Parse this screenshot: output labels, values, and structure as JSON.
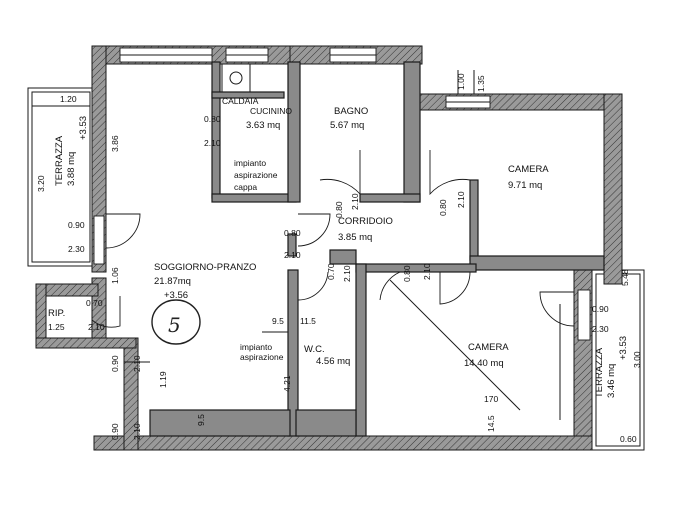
{
  "rooms": {
    "caldaia": "CALDAIA",
    "cucinino": "CUCININO",
    "cucinino_area": "3.63 mq",
    "bagno": "BAGNO",
    "bagno_area": "5.67 mq",
    "camera1": "CAMERA",
    "camera1_area": "9.71 mq",
    "corridoio": "CORRIDOIO",
    "corridoio_area": "3.85 mq",
    "soggiorno": "SOGGIORNO-PRANZO",
    "soggiorno_area": "21.87mq",
    "soggiorno_level": "+3.56",
    "rip": "RIP.",
    "wc": "W.C.",
    "wc_area": "4.56 mq",
    "camera2": "CAMERA",
    "camera2_area": "14.40 mq",
    "terrazza1": "TERRAZZA",
    "terrazza1_area": "3.88 mq",
    "terrazza1_level": "+3.53",
    "terrazza2": "TERRAZZA",
    "terrazza2_area": "3.46 mq",
    "terrazza2_level": "+3.53"
  },
  "notes": {
    "impianto_cappa_1": "impianto",
    "impianto_cappa_2": "aspirazione",
    "impianto_cappa_3": "cappa",
    "impianto_wc_1": "impianto",
    "impianto_wc_2": "aspirazione",
    "handwritten": "5"
  },
  "dims": {
    "d120": "1.20",
    "d320": "3.20",
    "d386": "3.86",
    "d090a": "0.90",
    "d230a": "2.30",
    "d106": "1.06",
    "d070a": "0.70",
    "d125": "1.25",
    "d210a": "2.10",
    "d090b": "0.90",
    "d210b": "2.10",
    "d119": "1.19",
    "d090c": "0.90",
    "d210c": "2.10",
    "d95a": "9.5",
    "d080a": "0.80",
    "d210d": "2.10",
    "d080b": "0.80",
    "d210e": "2.10",
    "d95b": "9.5",
    "d115": "11.5",
    "d421": "4.21",
    "d080c": "0.80",
    "d210f": "2.10",
    "d070b": "0.70",
    "d210g": "2.10",
    "d080d": "0.80",
    "d210h": "2.10",
    "d080e": "0.80",
    "d210i": "2.10",
    "d100": "1.00",
    "d135": "1.35",
    "d090d": "0.90",
    "d230b": "2.30",
    "d300": "3.00",
    "d060": "0.60",
    "d145": "14.5",
    "d548": "5.48",
    "d170": "170"
  }
}
